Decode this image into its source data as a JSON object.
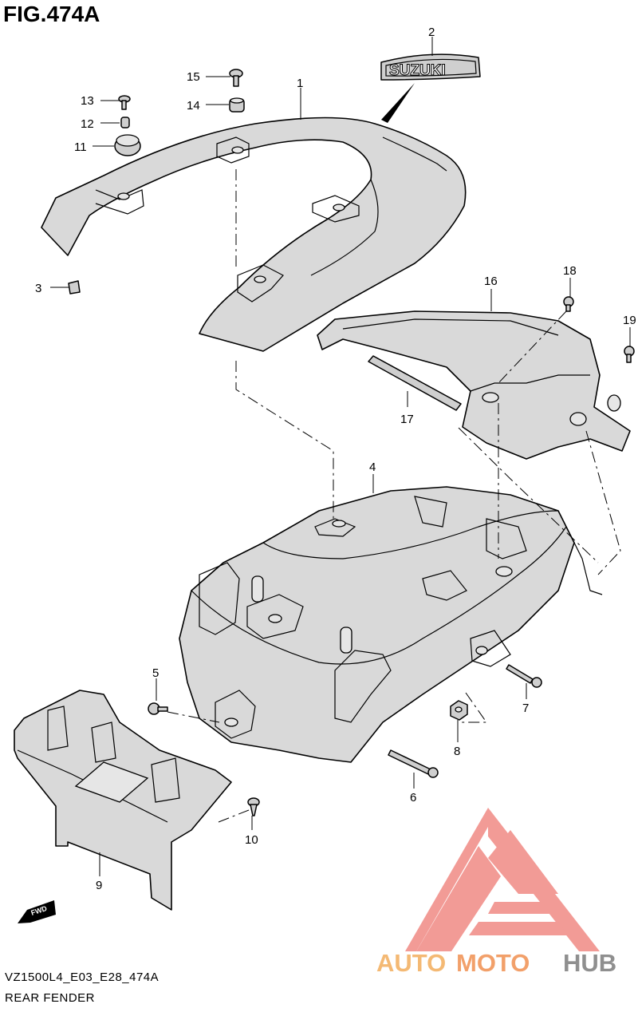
{
  "figure": {
    "title": "FIG.474A",
    "model_code": "VZ1500L4_E03_E28_474A",
    "caption": "REAR FENDER"
  },
  "emblem": {
    "text": "SUZUKI"
  },
  "direction_badge": {
    "text": "FWD"
  },
  "watermark": {
    "word_a": "AUTO",
    "word_b": "MOTO",
    "word_c": "HUB",
    "colors": {
      "logo": "#f08a84",
      "auto": "#f4b974",
      "moto": "#f2a06a",
      "hub": "#8f8f8f"
    }
  },
  "callouts": [
    {
      "id": "1",
      "part": "seat-tail-cover"
    },
    {
      "id": "2",
      "part": "suzuki-emblem"
    },
    {
      "id": "3",
      "part": "cushion"
    },
    {
      "id": "4",
      "part": "rear-fender"
    },
    {
      "id": "5",
      "part": "bolt"
    },
    {
      "id": "6",
      "part": "bolt"
    },
    {
      "id": "7",
      "part": "bolt"
    },
    {
      "id": "8",
      "part": "nut"
    },
    {
      "id": "9",
      "part": "mud-guard"
    },
    {
      "id": "10",
      "part": "clip"
    },
    {
      "id": "11",
      "part": "cushion"
    },
    {
      "id": "12",
      "part": "spacer"
    },
    {
      "id": "13",
      "part": "screw"
    },
    {
      "id": "14",
      "part": "grommet"
    },
    {
      "id": "15",
      "part": "screw"
    },
    {
      "id": "16",
      "part": "rear-fender-cover"
    },
    {
      "id": "17",
      "part": "seal"
    },
    {
      "id": "18",
      "part": "screw"
    },
    {
      "id": "19",
      "part": "screw"
    }
  ]
}
